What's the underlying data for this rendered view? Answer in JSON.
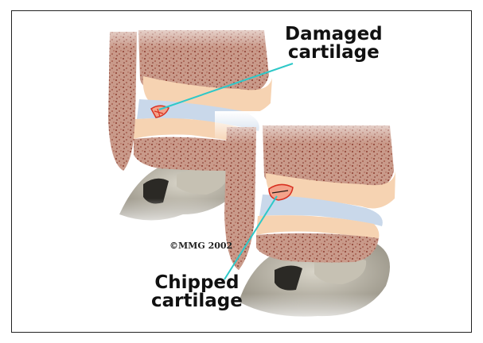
{
  "labels": {
    "damaged_line1": "Damaged",
    "damaged_line2": "cartilage",
    "chipped_line1": "Chipped",
    "chipped_line2": "cartilage"
  },
  "copyright": "©MMG 2002",
  "colors": {
    "bone": "#c99a8a",
    "bone_dots": "#8a3a2e",
    "cartilage": "#f6d3b2",
    "joint_space": "#c9d8ea",
    "talus_gray": "#b9b4a6",
    "pointer_line": "#2ec8c8",
    "injury": "#d83020"
  }
}
